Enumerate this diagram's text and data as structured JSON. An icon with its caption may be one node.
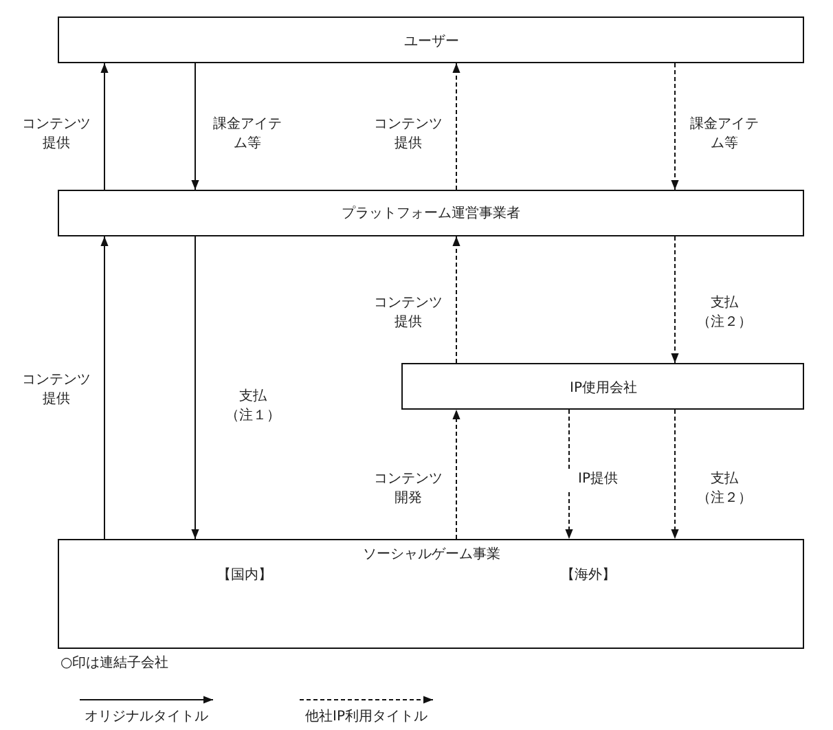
{
  "diagram": {
    "nodes": [
      {
        "text": [
          "ユーザー"
        ]
      },
      {
        "text": [
          "プラットフォーム運営事業者"
        ]
      },
      {
        "text": [
          "IP使用会社"
        ]
      },
      {
        "text": [
          "ソーシャルゲーム事業",
          "【国内】",
          "【海外】"
        ]
      }
    ],
    "edges": [
      {
        "from": 1,
        "to": 0,
        "arrow": "to",
        "label": "コンテンツ提供"
      },
      {
        "from": 0,
        "to": 1,
        "arrow": "to",
        "label": "課金アイテム等"
      },
      {
        "from": 1,
        "to": 0,
        "arrow": "to",
        "style": "dashed",
        "label": "コンテンツ提供"
      },
      {
        "from": 0,
        "to": 1,
        "arrow": "to",
        "style": "dashed",
        "label": "課金アイテム等"
      },
      {
        "from": 3,
        "to": 1,
        "arrow": "to",
        "label": "コンテンツ提供"
      },
      {
        "from": 1,
        "to": 3,
        "arrow": "to",
        "label": "支払（注１）"
      },
      {
        "from": 2,
        "to": 1,
        "arrow": "to",
        "style": "dashed",
        "label": "コンテンツ提供"
      },
      {
        "from": 1,
        "to": 2,
        "arrow": "to",
        "style": "dashed",
        "label": "支払（注２）"
      },
      {
        "from": 3,
        "to": 2,
        "arrow": "to",
        "style": "dashed",
        "label": "コンテンツ開発"
      },
      {
        "from": 2,
        "to": 3,
        "arrow": "to",
        "style": "dashed",
        "label": "IP提供"
      },
      {
        "from": 2,
        "to": 3,
        "arrow": "to",
        "style": "dashed",
        "label": "支払（注２）"
      }
    ],
    "labels": [
      "○印は連結子会社"
    ],
    "legend": [
      {
        "text": "オリジナルタイトル"
      },
      {
        "text": "他社IP利用タイトル"
      }
    ]
  }
}
